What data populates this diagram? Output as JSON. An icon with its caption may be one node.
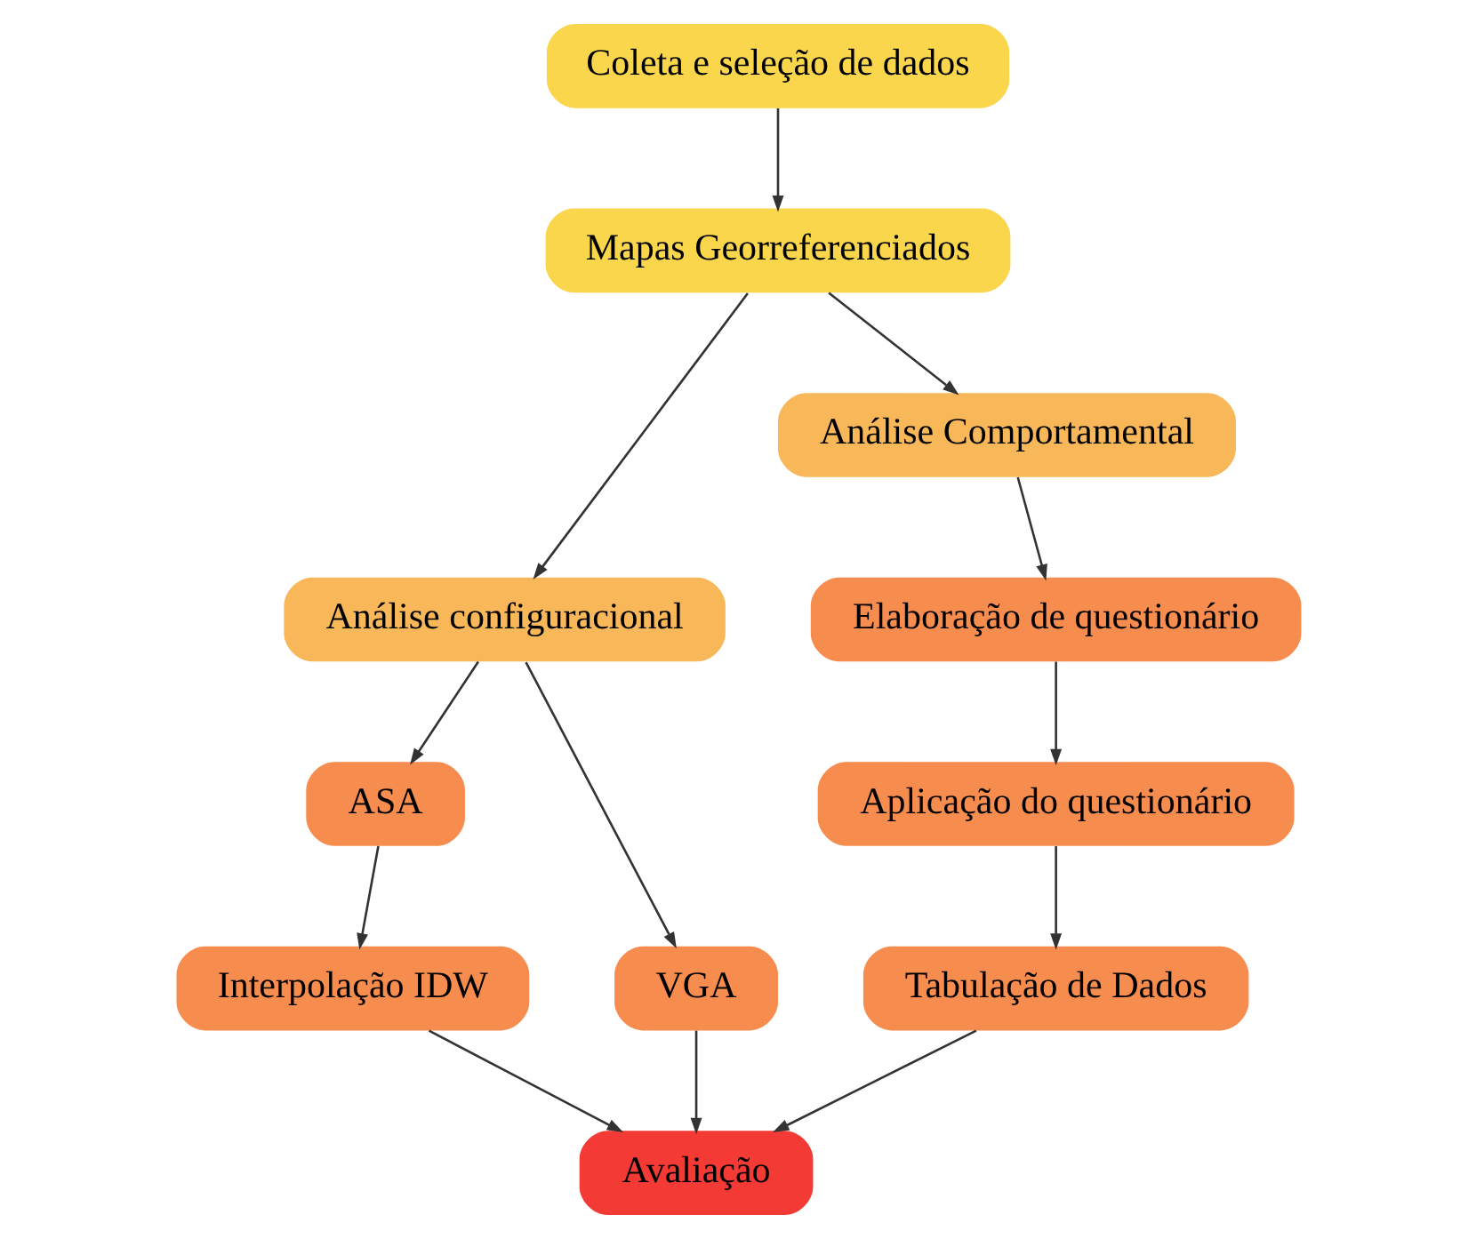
{
  "diagram": {
    "nodes": [
      {
        "text": [
          "Coleta e seleção de dados"
        ]
      },
      {
        "text": [
          "Mapas Georreferenciados"
        ]
      },
      {
        "text": [
          "Análise configuracional"
        ]
      },
      {
        "text": [
          "Análise Comportamental"
        ]
      },
      {
        "text": [
          "ASA"
        ]
      },
      {
        "text": [
          "VGA"
        ]
      },
      {
        "text": [
          "Elaboração de questionário"
        ]
      },
      {
        "text": [
          "Interpolação IDW"
        ]
      },
      {
        "text": [
          "Aplicação do questionário"
        ]
      },
      {
        "text": [
          "Tabulação de Dados"
        ]
      },
      {
        "text": [
          "Avaliação"
        ]
      }
    ],
    "edges": [
      {
        "from": 0,
        "to": 1,
        "arrow": "to"
      },
      {
        "from": 1,
        "to": 2,
        "arrow": "to"
      },
      {
        "from": 1,
        "to": 3,
        "arrow": "to"
      },
      {
        "from": 2,
        "to": 4,
        "arrow": "to"
      },
      {
        "from": 2,
        "to": 5,
        "arrow": "to"
      },
      {
        "from": 3,
        "to": 6,
        "arrow": "to"
      },
      {
        "from": 4,
        "to": 7,
        "arrow": "to"
      },
      {
        "from": 6,
        "to": 8,
        "arrow": "to"
      },
      {
        "from": 8,
        "to": 9,
        "arrow": "to"
      },
      {
        "from": 7,
        "to": 10,
        "arrow": "to"
      },
      {
        "from": 5,
        "to": 10,
        "arrow": "to"
      },
      {
        "from": 9,
        "to": 10,
        "arrow": "to"
      }
    ]
  }
}
